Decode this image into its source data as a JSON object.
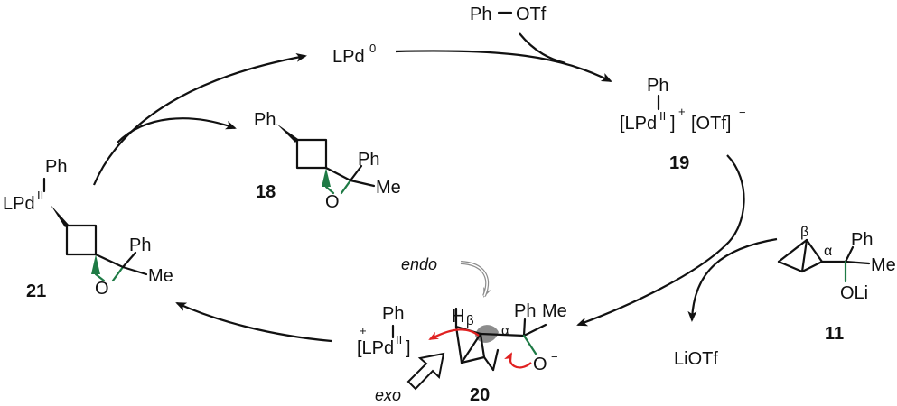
{
  "colors": {
    "phenyl": "#2a86b8",
    "substituent": "#7a2a2a",
    "oxygen": "#1e8a4a",
    "greek": "#c0392b",
    "hint": "#8c8c8c",
    "red_arrow": "#e02020",
    "bond": "#111111"
  },
  "catalyst": {
    "pd0": "LPd",
    "pd0_sup": "0"
  },
  "reagent": {
    "ph": "Ph",
    "otf": "OTf"
  },
  "c19": {
    "ph": "Ph",
    "lpd": "[LPd",
    "ox": "II",
    "close": "]",
    "plus": "+",
    "otf": "[OTf]",
    "minus": "−",
    "number": "19"
  },
  "c18": {
    "ph": "Ph",
    "ph2": "Ph",
    "me": "Me",
    "o": "O",
    "number": "18"
  },
  "c21": {
    "ph": "Ph",
    "lpd": "LPd",
    "ox": "II",
    "ph2": "Ph",
    "me": "Me",
    "o": "O",
    "number": "21"
  },
  "c11": {
    "beta": "β",
    "alpha": "α",
    "ph": "Ph",
    "me": "Me",
    "oli": "OLi",
    "number": "11"
  },
  "byproduct": {
    "liotf": "LiOTf"
  },
  "ts": {
    "endo": "endo",
    "exo": "exo",
    "plus": "+",
    "ph": "Ph",
    "lpd": "[LPd",
    "ox": "II",
    "close": "]",
    "h": "H",
    "beta": "β",
    "alpha": "α",
    "ph2": "Ph",
    "me": "Me",
    "o": "O",
    "ominus": "−",
    "number": "20"
  }
}
